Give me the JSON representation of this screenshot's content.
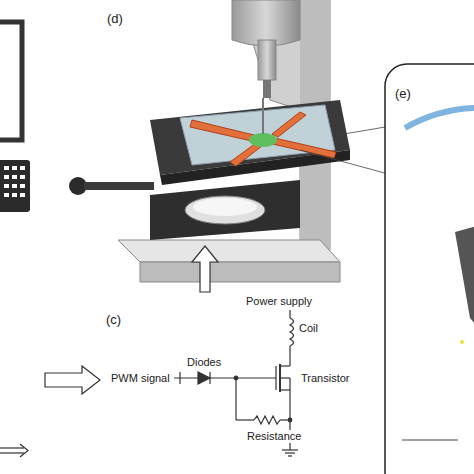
{
  "diagram": {
    "labels": [
      "(d)",
      "(e)",
      "(c)",
      "Power supply",
      "Coil",
      "PWM signal",
      "Diodes",
      "Transistor",
      "Resistance"
    ]
  }
}
